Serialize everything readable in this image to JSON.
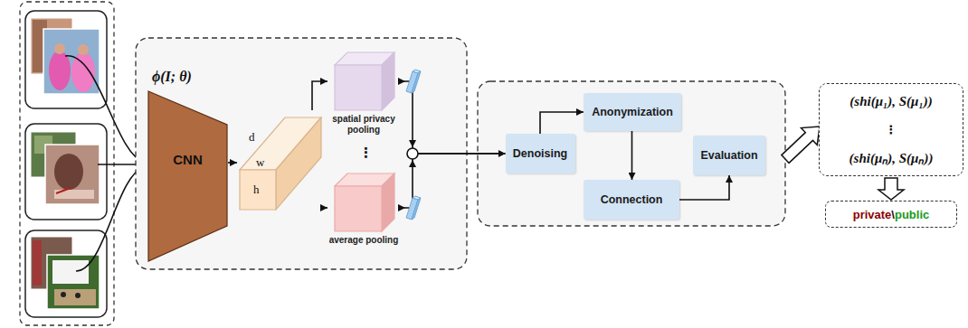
{
  "diagram": {
    "nodes": [
      {
        "text": [
          "CNN"
        ]
      },
      {
        "text": [
          "d",
          "w",
          "h"
        ]
      },
      {
        "text": [
          "spatial privacy pooling"
        ]
      },
      {
        "text": [
          "average pooling"
        ]
      },
      {
        "text": [
          "Denoising"
        ]
      },
      {
        "text": [
          "Anonymization"
        ]
      },
      {
        "text": [
          "Connection"
        ]
      },
      {
        "text": [
          "Evaluation"
        ]
      },
      {
        "text": [
          "(shi(μ₁), S(μ₁))",
          "⋮",
          "(shi(μₙ), S(μₙ))"
        ]
      },
      {
        "text": [
          "private",
          "\\",
          "public"
        ]
      }
    ],
    "edges": [
      {
        "from": 0,
        "to": 1,
        "arrow": "to"
      },
      {
        "from": 1,
        "to": 2,
        "arrow": "to"
      },
      {
        "from": 1,
        "to": 3,
        "arrow": "to"
      },
      {
        "from": 2,
        "to": 4,
        "arrow": "to"
      },
      {
        "from": 3,
        "to": 4,
        "arrow": "to"
      },
      {
        "from": 4,
        "to": 5,
        "arrow": "to"
      },
      {
        "from": 5,
        "to": 6,
        "arrow": "to"
      },
      {
        "from": 6,
        "to": 7,
        "arrow": "to"
      },
      {
        "from": 8,
        "to": 9,
        "arrow": "to"
      }
    ],
    "labels": [
      "ϕ(I; θ)",
      "⋮"
    ]
  }
}
